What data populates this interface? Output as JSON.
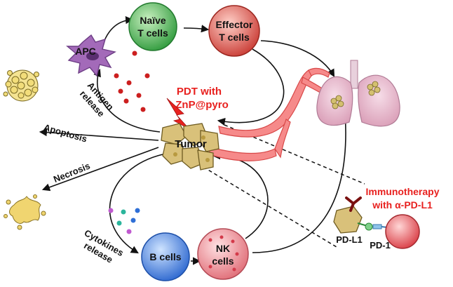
{
  "labels": {
    "naive_line1": "Naïve",
    "naive_line2": "T cells",
    "effector_line1": "Effector",
    "effector_line2": "T cells",
    "apc": "APC",
    "antigen_line1": "Antigen",
    "antigen_line2": "release",
    "pdt_line1": "PDT with",
    "pdt_line2": "ZnP@pyro",
    "tumor": "Tumor",
    "apoptosis": "Apoptosis",
    "necrosis": "Necrosis",
    "cytokines_line1": "Cytokines",
    "cytokines_line2": "release",
    "b_cells": "B cells",
    "nk_line1": "NK",
    "nk_line2": "cells",
    "immuno_line1": "Immunotherapy",
    "immuno_line2": "with α-PD-L1",
    "pdl1": "PD-L1",
    "pd1": "PD-1"
  },
  "colors": {
    "accent_red": "#e8211f",
    "naive_green": "#3cb44a",
    "effector_red": "#d9463f",
    "apc_purple": "#9a5fb0",
    "b_cell_blue": "#2f6fd6",
    "nk_pink": "#e77a83",
    "tumor_tan": "#d9c17a",
    "vessel_red": "#f06a6a",
    "lung_pink": "#e7b4c9"
  },
  "icons": [
    "apc-cell-icon",
    "tumor-cluster-icon",
    "lung-icon",
    "blood-vessel-icon",
    "antibody-icon",
    "lightning-icon",
    "apoptotic-cell-icon",
    "necrotic-cell-icon"
  ]
}
